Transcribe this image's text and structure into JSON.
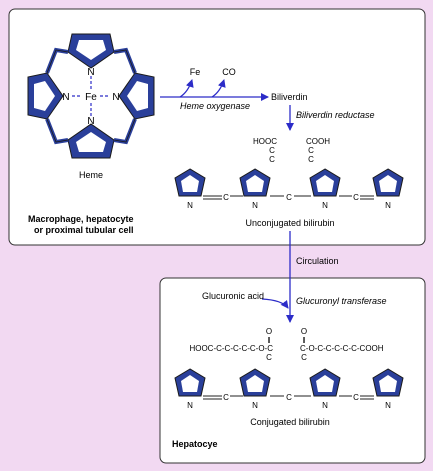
{
  "colors": {
    "background": "#f2d9f2",
    "panel": "#ffffff",
    "panel_border": "#333333",
    "ring": "#2a3f9a",
    "ring_light": "#ffffff",
    "arrow": "#2c2cc8",
    "text": "#000000"
  },
  "heme": {
    "label": "Heme",
    "center_atom": "Fe",
    "n_atom": "N"
  },
  "step1": {
    "byproduct_1": "Fe",
    "byproduct_2": "CO",
    "enzyme": "Heme oxygenase",
    "product": "Biliverdin"
  },
  "step2": {
    "enzyme": "Biliverdin reductase"
  },
  "unconjugated": {
    "label": "Unconjugated bilirubin",
    "left_acid": "HOOC",
    "right_acid": "COOH",
    "c": "C",
    "n": "N"
  },
  "panel_top": {
    "label_line1": "Macrophage, hepatocyte",
    "label_line2": "or proximal tubular cell"
  },
  "transport": {
    "label": "Circulation"
  },
  "step3": {
    "substrate": "Glucuronic acid",
    "enzyme": "Glucuronyl transferase"
  },
  "conjugated": {
    "left_chain": "HOOC-C-C-C-C-C-O-C",
    "right_chain": "C-O-C-C-C-C-C-COOH",
    "o": "O",
    "c": "C",
    "n": "N",
    "label": "Conjugated bilirubin"
  },
  "panel_bottom": {
    "label": "Hepatocye"
  }
}
